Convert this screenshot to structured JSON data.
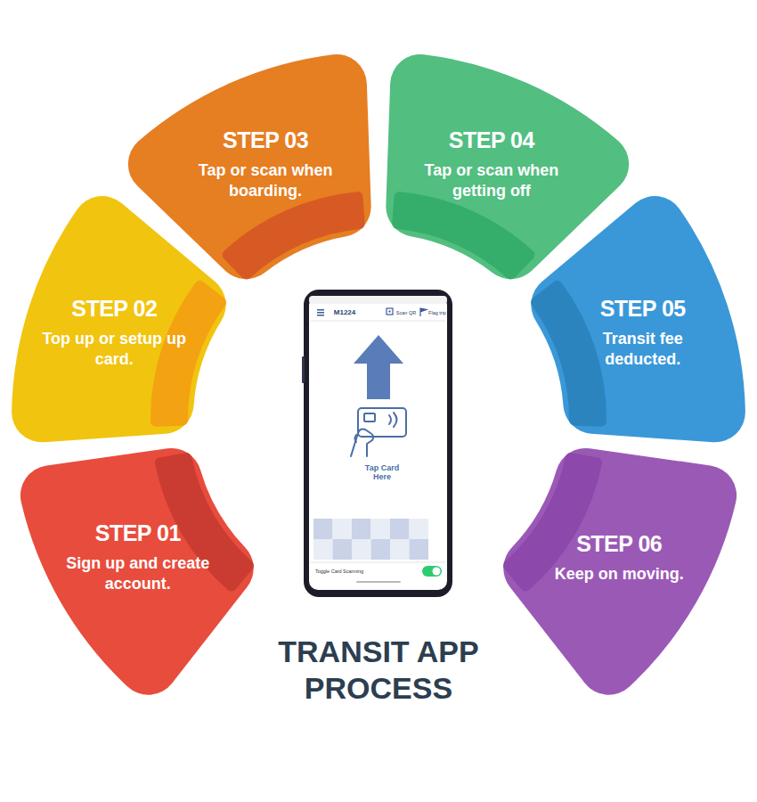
{
  "diagram": {
    "title": "TRANSIT APP PROCESS",
    "nodes": [
      {
        "text": [
          "STEP 01",
          "Sign up and create account."
        ]
      },
      {
        "text": [
          "STEP 02",
          "Top up or setup up card."
        ]
      },
      {
        "text": [
          "STEP 03",
          "Tap or scan when boarding."
        ]
      },
      {
        "text": [
          "STEP 04",
          "Tap or scan when getting off"
        ]
      },
      {
        "text": [
          "STEP 05",
          "Transit fee deducted."
        ]
      },
      {
        "text": [
          "STEP 06",
          "Keep on moving."
        ]
      }
    ],
    "labels": [
      "M1224",
      "Scan QR",
      "Flag trip",
      "Tap Card Here",
      "Toggle Card Scanning"
    ]
  }
}
